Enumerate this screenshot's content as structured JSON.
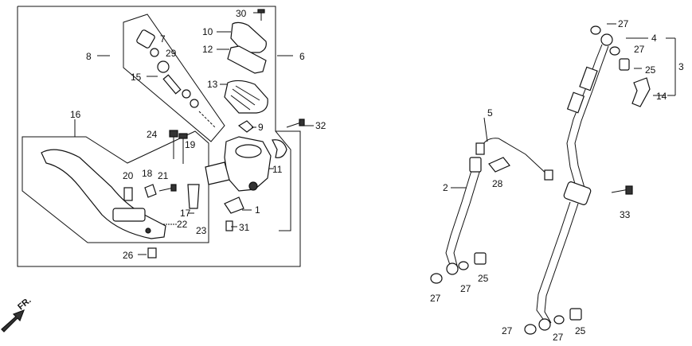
{
  "callouts": {
    "c1": "1",
    "c2": "2",
    "c3": "3",
    "c4": "4",
    "c5": "5",
    "c6": "6",
    "c7": "7",
    "c8": "8",
    "c9": "9",
    "c10": "10",
    "c11": "11",
    "c12": "12",
    "c13": "13",
    "c14": "14",
    "c15": "15",
    "c16": "16",
    "c17": "17",
    "c18": "18",
    "c19": "19",
    "c20": "20",
    "c21": "21",
    "c22": "22",
    "c23": "23",
    "c24": "24",
    "c25a": "25",
    "c25b": "25",
    "c25c": "25",
    "c26": "26",
    "c27a": "27",
    "c27b": "27",
    "c27c": "27",
    "c27d": "27",
    "c27e": "27",
    "c27f": "27",
    "c28": "28",
    "c29": "29",
    "c30": "30",
    "c31": "31",
    "c32": "32",
    "c33": "33"
  },
  "direction_marker": "FR."
}
